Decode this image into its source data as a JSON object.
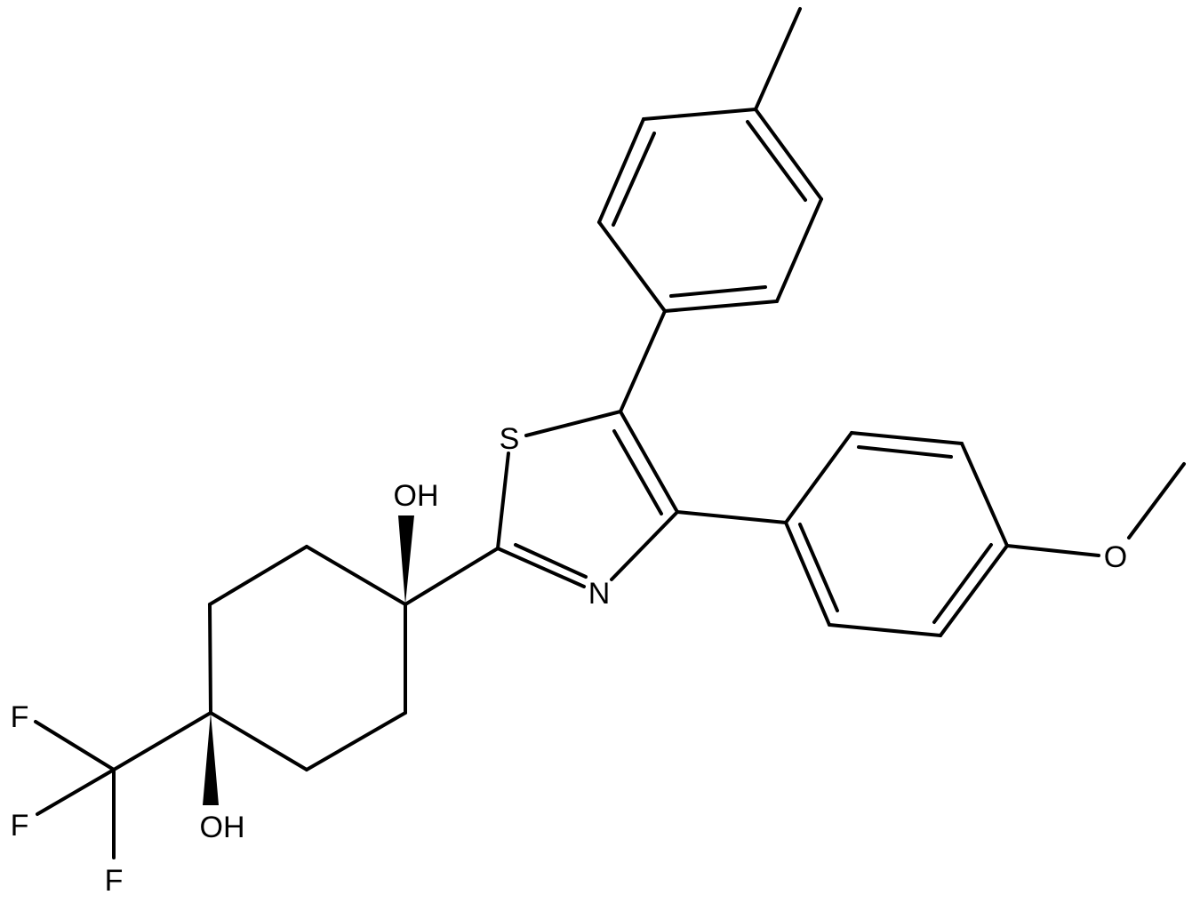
{
  "atoms": {
    "sulfur": "S",
    "nitrogen": "N",
    "oxygen_methoxy": "O",
    "hydroxyl_top": "OH",
    "hydroxyl_bottom": "OH",
    "fluorine_1": "F",
    "fluorine_2": "F",
    "fluorine_3": "F"
  },
  "colors": {
    "ink": "#000000",
    "background": "#ffffff"
  }
}
